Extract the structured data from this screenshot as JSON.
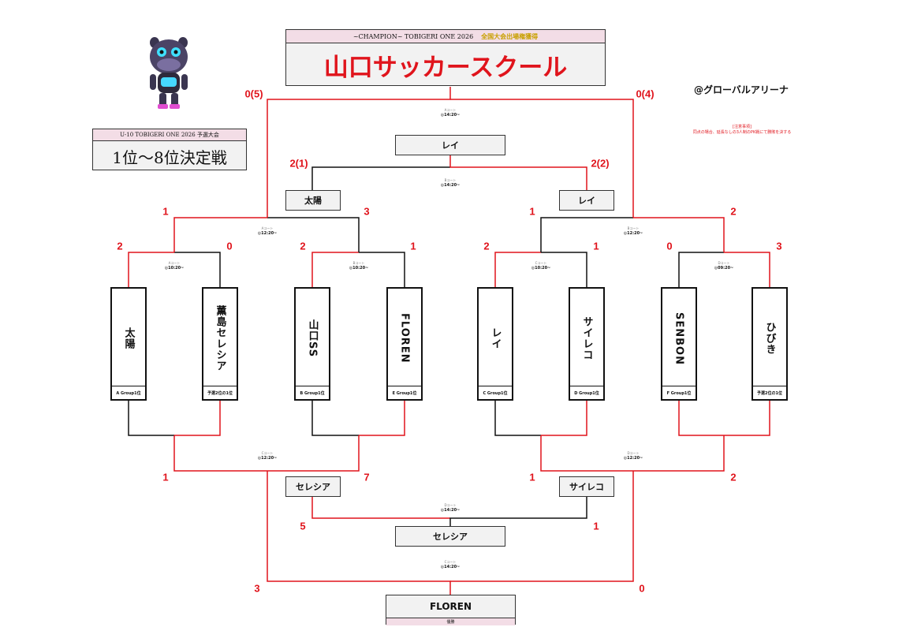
{
  "header": {
    "subtitle": "~CHAMPION~ TOBIGERI ONE 2026",
    "subtitle_highlight": "全国大会出場権獲得",
    "champion": "山口サッカースクール",
    "venue": "@グローバルアリーナ"
  },
  "left_panel": {
    "tournament_title": "U-10 TOBIGERI ONE 2026 予選大会",
    "round_title": "1位～8位決定戦"
  },
  "notice": {
    "title": "[注意事項]",
    "body": "同点の場合、延長なしの3人制のPK戦にて勝敗を決する"
  },
  "teams": [
    {
      "name": "太陽",
      "seed": "A Group1位"
    },
    {
      "name": "薫島セレシア",
      "seed": "予選2位の1位"
    },
    {
      "name": "山口SS",
      "seed": "B Group1位"
    },
    {
      "name": "FLOREN",
      "seed": "E Group1位"
    },
    {
      "name": "レイ",
      "seed": "C Group1位"
    },
    {
      "name": "サイレコ",
      "seed": "D Group1位"
    },
    {
      "name": "SENBON",
      "seed": "F Group1位"
    },
    {
      "name": "ひびき",
      "seed": "予選2位の1位"
    }
  ],
  "scores": {
    "r1": [
      "2",
      "0",
      "2",
      "1",
      "2",
      "1",
      "0",
      "3"
    ],
    "qf_top": [
      "1",
      "3",
      "1",
      "2"
    ],
    "sf_top": [
      "2(1)",
      "2(2)"
    ],
    "final_top": [
      "0(5)",
      "0(4)"
    ],
    "lr1": [
      "1",
      "7",
      "1",
      "2"
    ],
    "lr2": [
      "5",
      "1"
    ],
    "lfinal": [
      "3",
      "0"
    ]
  },
  "results": {
    "sf_left_winner": "太陽",
    "sf_right_winner": "レイ",
    "final_winner": "レイ",
    "lr1_left_winner": "セレシア",
    "lr1_right_winner": "サイレコ",
    "lr2_winner": "セレシア",
    "bottom_winner": "FLOREN",
    "bottom_note": "優勝"
  },
  "matches": {
    "m1": {
      "court": "Aコート",
      "time": "◎10:20~"
    },
    "m2": {
      "court": "Bコート",
      "time": "◎10:20~"
    },
    "m3": {
      "court": "Cコート",
      "time": "◎10:20~"
    },
    "m4": {
      "court": "Dコート",
      "time": "◎09:20~"
    },
    "qf_left": {
      "court": "Aコート",
      "time": "◎12:20~"
    },
    "qf_right": {
      "court": "Bコート",
      "time": "◎12:20~"
    },
    "sf_top": {
      "court": "Aコート",
      "time": "◎14:20~"
    },
    "sf_mid": {
      "court": "Bコート",
      "time": "◎14:20~"
    },
    "lqf_left": {
      "court": "Cコート",
      "time": "◎12:20~"
    },
    "lqf_right": {
      "court": "Dコート",
      "time": "◎12:20~"
    },
    "lsf": {
      "court": "Dコート",
      "time": "◎14:20~"
    },
    "lfinal": {
      "court": "Cコート",
      "time": "◎14:20~"
    }
  },
  "colors": {
    "win_line": "#e0141c",
    "lose_line": "#111111",
    "header_band": "#f3dde6",
    "highlight": "#c8a000"
  }
}
